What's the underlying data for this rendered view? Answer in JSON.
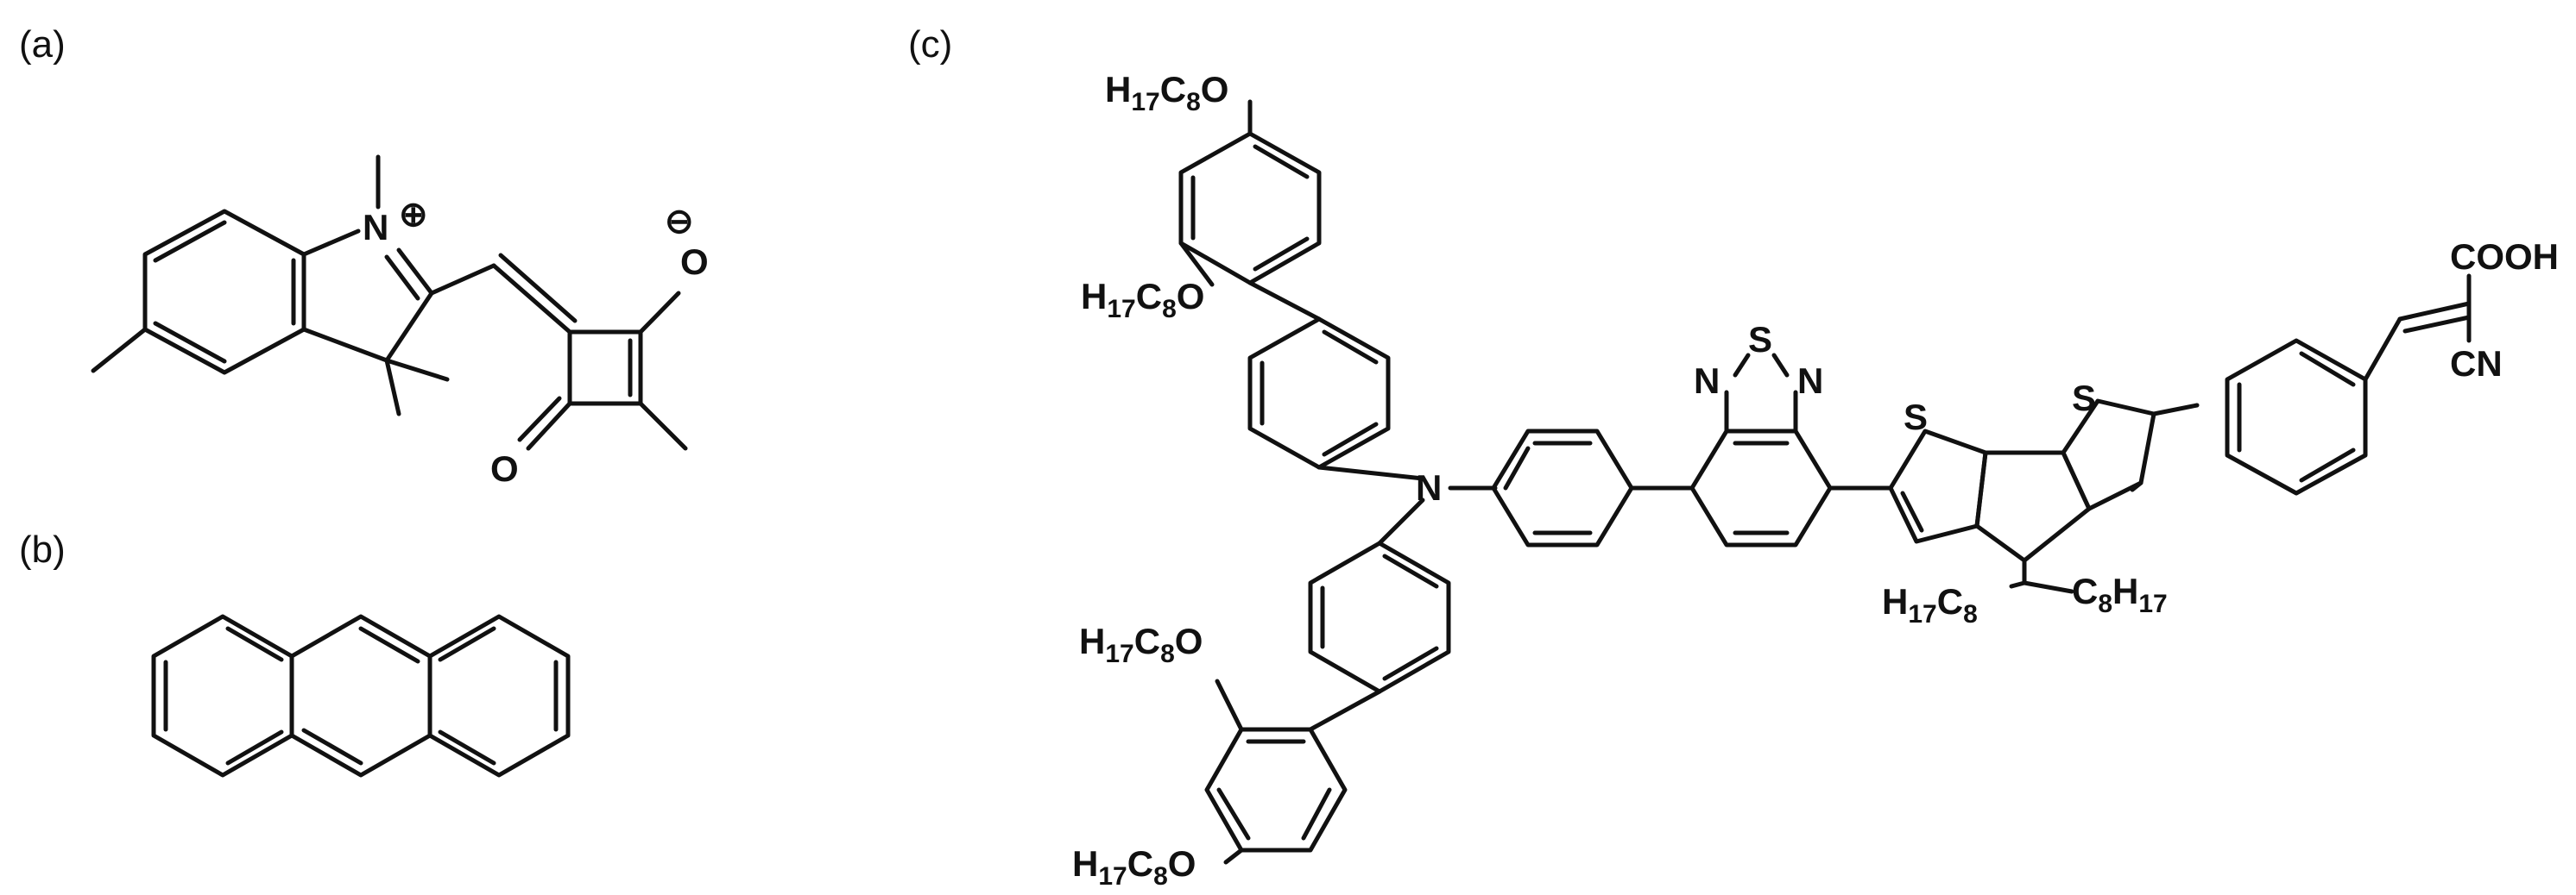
{
  "colors": {
    "ink": "#111111",
    "background": "#ffffff"
  },
  "panels": {
    "a": {
      "label": "(a)",
      "charge_plus": "⊕",
      "charge_minus": "⊖",
      "atoms": {
        "n": "N",
        "o_minus": "O",
        "o_ketone": "O"
      }
    },
    "b": {
      "label": "(b)"
    },
    "c": {
      "label": "(c)",
      "tpa_n": "N",
      "alkoxy": {
        "main": "H",
        "sub1": "17",
        "c": "C",
        "sub2": "8",
        "o": "O"
      },
      "btd": {
        "s": "S",
        "n_left": "N",
        "n_right": "N"
      },
      "cpdt": {
        "s_left": "S",
        "s_right": "S",
        "alkyl_left": {
          "main": "H",
          "sub1": "17",
          "c": "C",
          "sub2": "8"
        },
        "alkyl_right": {
          "c": "C",
          "sub1": "8",
          "h": "H",
          "sub2": "17"
        }
      },
      "anchor": {
        "cooh": "COOH",
        "cn": "CN"
      }
    }
  }
}
